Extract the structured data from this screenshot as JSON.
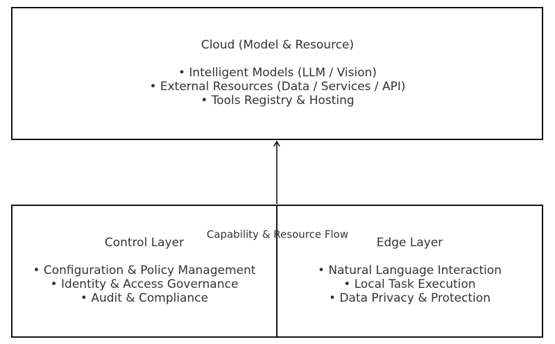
{
  "cloud": {
    "title": "Cloud (Model & Resource)",
    "items": [
      "Intelligent Models (LLM / Vision)",
      "External Resources (Data / Services / API)",
      "Tools Registry & Hosting"
    ]
  },
  "control": {
    "title": "Control Layer",
    "items": [
      "Configuration & Policy Management",
      "Identity & Access Governance",
      "Audit & Compliance"
    ]
  },
  "edge": {
    "title": "Edge Layer",
    "items": [
      "Natural Language Interaction",
      "Local Task Execution",
      "Data Privacy & Protection"
    ]
  },
  "flow": {
    "label": "Capability & Resource Flow"
  }
}
